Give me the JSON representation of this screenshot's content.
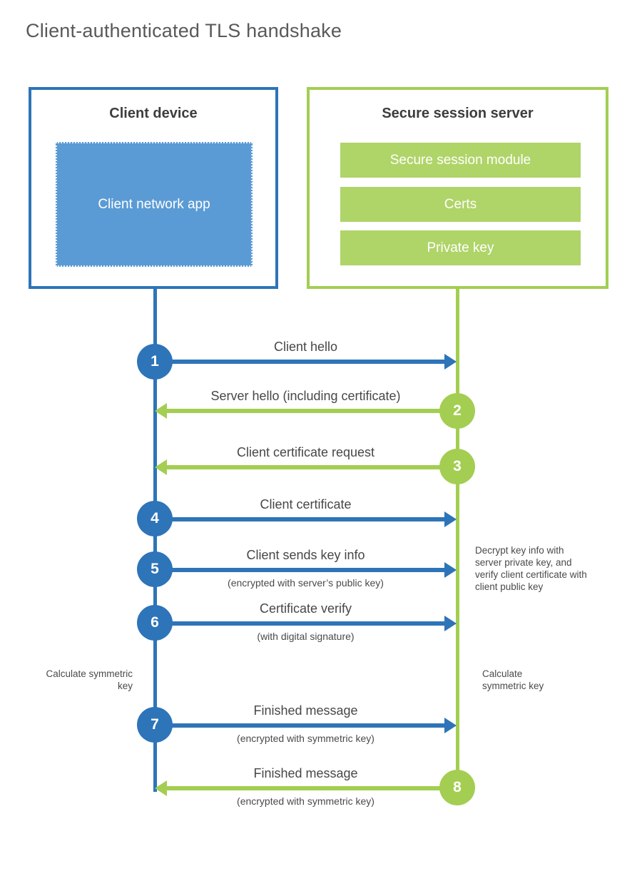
{
  "title": "Client-authenticated TLS handshake",
  "colors": {
    "client_blue": "#2E74B8",
    "client_fill_blue": "#5B9BD5",
    "server_green": "#A3CE52",
    "server_fill_green": "#AFD468",
    "label_gray": "#474747",
    "title_gray": "#595959"
  },
  "client_box": {
    "title": "Client device",
    "app_label": "Client network app"
  },
  "server_box": {
    "title": "Secure session server",
    "modules": [
      "Secure session module",
      "Certs",
      "Private key"
    ]
  },
  "steps": [
    {
      "number": "1",
      "direction": "client-to-server",
      "label": "Client hello",
      "sublabel": ""
    },
    {
      "number": "2",
      "direction": "server-to-client",
      "label": "Server hello (including certificate)",
      "sublabel": ""
    },
    {
      "number": "3",
      "direction": "server-to-client",
      "label": "Client certificate request",
      "sublabel": ""
    },
    {
      "number": "4",
      "direction": "client-to-server",
      "label": "Client certificate",
      "sublabel": ""
    },
    {
      "number": "5",
      "direction": "client-to-server",
      "label": "Client sends key info",
      "sublabel": "(encrypted with server’s public key)"
    },
    {
      "number": "6",
      "direction": "client-to-server",
      "label": "Certificate verify",
      "sublabel": "(with digital signature)"
    },
    {
      "number": "7",
      "direction": "client-to-server",
      "label": "Finished message",
      "sublabel": "(encrypted with symmetric key)"
    },
    {
      "number": "8",
      "direction": "server-to-client",
      "label": "Finished message",
      "sublabel": "(encrypted with symmetric key)"
    }
  ],
  "notes": {
    "decrypt": "Decrypt key info with server private key, and verify client certificate with client public key",
    "calc_left": "Calculate symmetric key",
    "calc_right": "Calculate symmetric key"
  }
}
